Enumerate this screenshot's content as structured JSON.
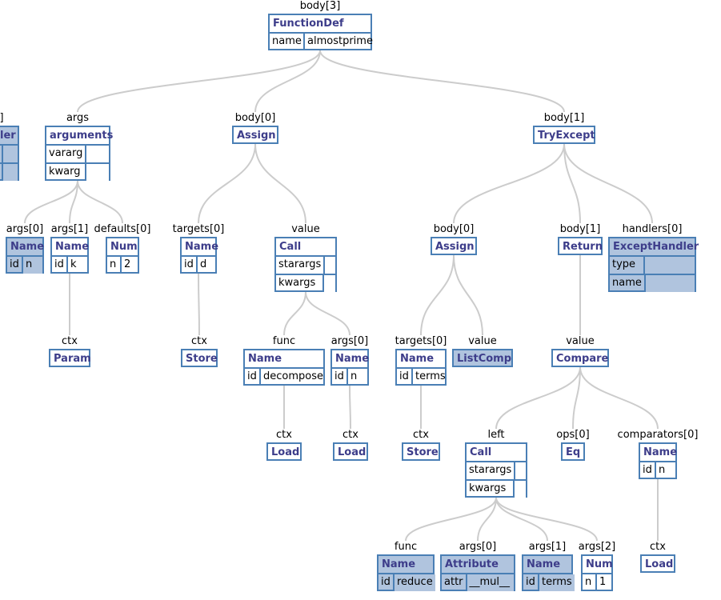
{
  "tree": {
    "nodes": [
      {
        "id": "root",
        "label": "body[3]",
        "type": "FunctionDef",
        "fields": [
          {
            "key": "name",
            "value": "almostprime"
          }
        ]
      },
      {
        "id": "left_edge",
        "label": "]",
        "type": "ler",
        "highlight": true,
        "fields": [
          {
            "key": "",
            "value": ""
          },
          {
            "key": "",
            "value": ""
          }
        ]
      },
      {
        "id": "args",
        "label": "args",
        "type": "arguments",
        "fields": [
          {
            "key": "vararg",
            "value": ""
          },
          {
            "key": "kwarg",
            "value": ""
          }
        ]
      },
      {
        "id": "arg0",
        "label": "args[0]",
        "type": "Name",
        "highlight": true,
        "fields": [
          {
            "key": "id",
            "value": "n"
          }
        ]
      },
      {
        "id": "arg1",
        "label": "args[1]",
        "type": "Name",
        "fields": [
          {
            "key": "id",
            "value": "k"
          }
        ]
      },
      {
        "id": "arg1ctx",
        "label": "ctx",
        "type": "Param",
        "fields": []
      },
      {
        "id": "def0",
        "label": "defaults[0]",
        "type": "Num",
        "fields": [
          {
            "key": "n",
            "value": "2"
          }
        ]
      },
      {
        "id": "b0",
        "label": "body[0]",
        "type": "Assign",
        "fields": []
      },
      {
        "id": "b0t",
        "label": "targets[0]",
        "type": "Name",
        "fields": [
          {
            "key": "id",
            "value": "d"
          }
        ]
      },
      {
        "id": "b0tctx",
        "label": "ctx",
        "type": "Store",
        "fields": []
      },
      {
        "id": "b0v",
        "label": "value",
        "type": "Call",
        "fields": [
          {
            "key": "starargs",
            "value": ""
          },
          {
            "key": "kwargs",
            "value": ""
          }
        ]
      },
      {
        "id": "b0vf",
        "label": "func",
        "type": "Name",
        "fields": [
          {
            "key": "id",
            "value": "decompose"
          }
        ]
      },
      {
        "id": "b0vfctx",
        "label": "ctx",
        "type": "Load",
        "fields": []
      },
      {
        "id": "b0va",
        "label": "args[0]",
        "type": "Name",
        "fields": [
          {
            "key": "id",
            "value": "n"
          }
        ]
      },
      {
        "id": "b0vactx",
        "label": "ctx",
        "type": "Load",
        "fields": []
      },
      {
        "id": "b1",
        "label": "body[1]",
        "type": "TryExcept",
        "fields": []
      },
      {
        "id": "tb0",
        "label": "body[0]",
        "type": "Assign",
        "fields": []
      },
      {
        "id": "tb0t",
        "label": "targets[0]",
        "type": "Name",
        "fields": [
          {
            "key": "id",
            "value": "terms"
          }
        ]
      },
      {
        "id": "tb0tctx",
        "label": "ctx",
        "type": "Store",
        "fields": []
      },
      {
        "id": "tb0v",
        "label": "value",
        "type": "ListComp",
        "highlight": true,
        "fields": []
      },
      {
        "id": "tb1",
        "label": "body[1]",
        "type": "Return",
        "fields": []
      },
      {
        "id": "cmp",
        "label": "value",
        "type": "Compare",
        "fields": []
      },
      {
        "id": "cl",
        "label": "left",
        "type": "Call",
        "fields": [
          {
            "key": "starargs",
            "value": ""
          },
          {
            "key": "kwargs",
            "value": ""
          }
        ]
      },
      {
        "id": "clf",
        "label": "func",
        "type": "Name",
        "highlight": true,
        "fields": [
          {
            "key": "id",
            "value": "reduce"
          }
        ]
      },
      {
        "id": "cla0",
        "label": "args[0]",
        "type": "Attribute",
        "highlight": true,
        "fields": [
          {
            "key": "attr",
            "value": "__mul__"
          }
        ]
      },
      {
        "id": "cla1",
        "label": "args[1]",
        "type": "Name",
        "highlight": true,
        "fields": [
          {
            "key": "id",
            "value": "terms"
          }
        ]
      },
      {
        "id": "cla2",
        "label": "args[2]",
        "type": "Num",
        "fields": [
          {
            "key": "n",
            "value": "1"
          }
        ]
      },
      {
        "id": "ops",
        "label": "ops[0]",
        "type": "Eq",
        "fields": []
      },
      {
        "id": "cmpc",
        "label": "comparators[0]",
        "type": "Name",
        "fields": [
          {
            "key": "id",
            "value": "n"
          }
        ]
      },
      {
        "id": "cmpcctx",
        "label": "ctx",
        "type": "Load",
        "fields": []
      },
      {
        "id": "h0",
        "label": "handlers[0]",
        "type": "ExceptHandler",
        "highlight": true,
        "fields": [
          {
            "key": "type",
            "value": ""
          },
          {
            "key": "name",
            "value": ""
          }
        ]
      }
    ],
    "edges": [
      [
        "root",
        "args"
      ],
      [
        "root",
        "b0"
      ],
      [
        "root",
        "b1"
      ],
      [
        "args",
        "arg0"
      ],
      [
        "args",
        "arg1"
      ],
      [
        "args",
        "def0"
      ],
      [
        "arg1",
        "arg1ctx"
      ],
      [
        "b0",
        "b0t"
      ],
      [
        "b0",
        "b0v"
      ],
      [
        "b0t",
        "b0tctx"
      ],
      [
        "b0v",
        "b0vf"
      ],
      [
        "b0v",
        "b0va"
      ],
      [
        "b0vf",
        "b0vfctx"
      ],
      [
        "b0va",
        "b0vactx"
      ],
      [
        "b1",
        "tb0"
      ],
      [
        "b1",
        "tb1"
      ],
      [
        "b1",
        "h0"
      ],
      [
        "tb0",
        "tb0t"
      ],
      [
        "tb0",
        "tb0v"
      ],
      [
        "tb0t",
        "tb0tctx"
      ],
      [
        "tb1",
        "cmp"
      ],
      [
        "cmp",
        "cl"
      ],
      [
        "cmp",
        "ops"
      ],
      [
        "cmp",
        "cmpc"
      ],
      [
        "cmpc",
        "cmpcctx"
      ],
      [
        "cl",
        "clf"
      ],
      [
        "cl",
        "cla0"
      ],
      [
        "cl",
        "cla1"
      ],
      [
        "cl",
        "cla2"
      ]
    ]
  }
}
